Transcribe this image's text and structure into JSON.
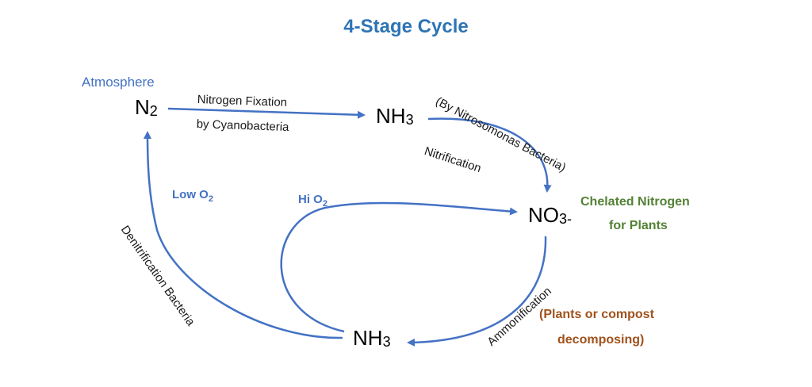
{
  "title": "4-Stage Cycle",
  "nodes": {
    "atmosphere_label": "Atmosphere",
    "n2": {
      "base": "N",
      "sub": "2"
    },
    "nh3_top": {
      "base": "NH",
      "sub": "3"
    },
    "no3": {
      "base": "NO",
      "sub": "3-"
    },
    "nh3_bottom": {
      "base": "NH",
      "sub": "3"
    }
  },
  "labels": {
    "fixation_line1": "Nitrogen Fixation",
    "fixation_line2": "by Cyanobacteria",
    "nitrosomonas": "(By Nitrosomonas Bacteria)",
    "nitrification": "Nitrification",
    "chelated_line1": "Chelated Nitrogen",
    "chelated_line2": "for Plants",
    "low_o2": {
      "base": "Low O",
      "sub": "2"
    },
    "hi_o2": {
      "base": "Hi O",
      "sub": "2"
    },
    "denitrification": "Denitrification Bacteria",
    "ammonification": "Ammonification",
    "plants_line1": "(Plants or compost",
    "plants_line2": "decomposing)"
  },
  "colors": {
    "arrow": "#4472c4",
    "title": "#2e74b5",
    "green": "#538135",
    "brown": "#a0521c"
  }
}
